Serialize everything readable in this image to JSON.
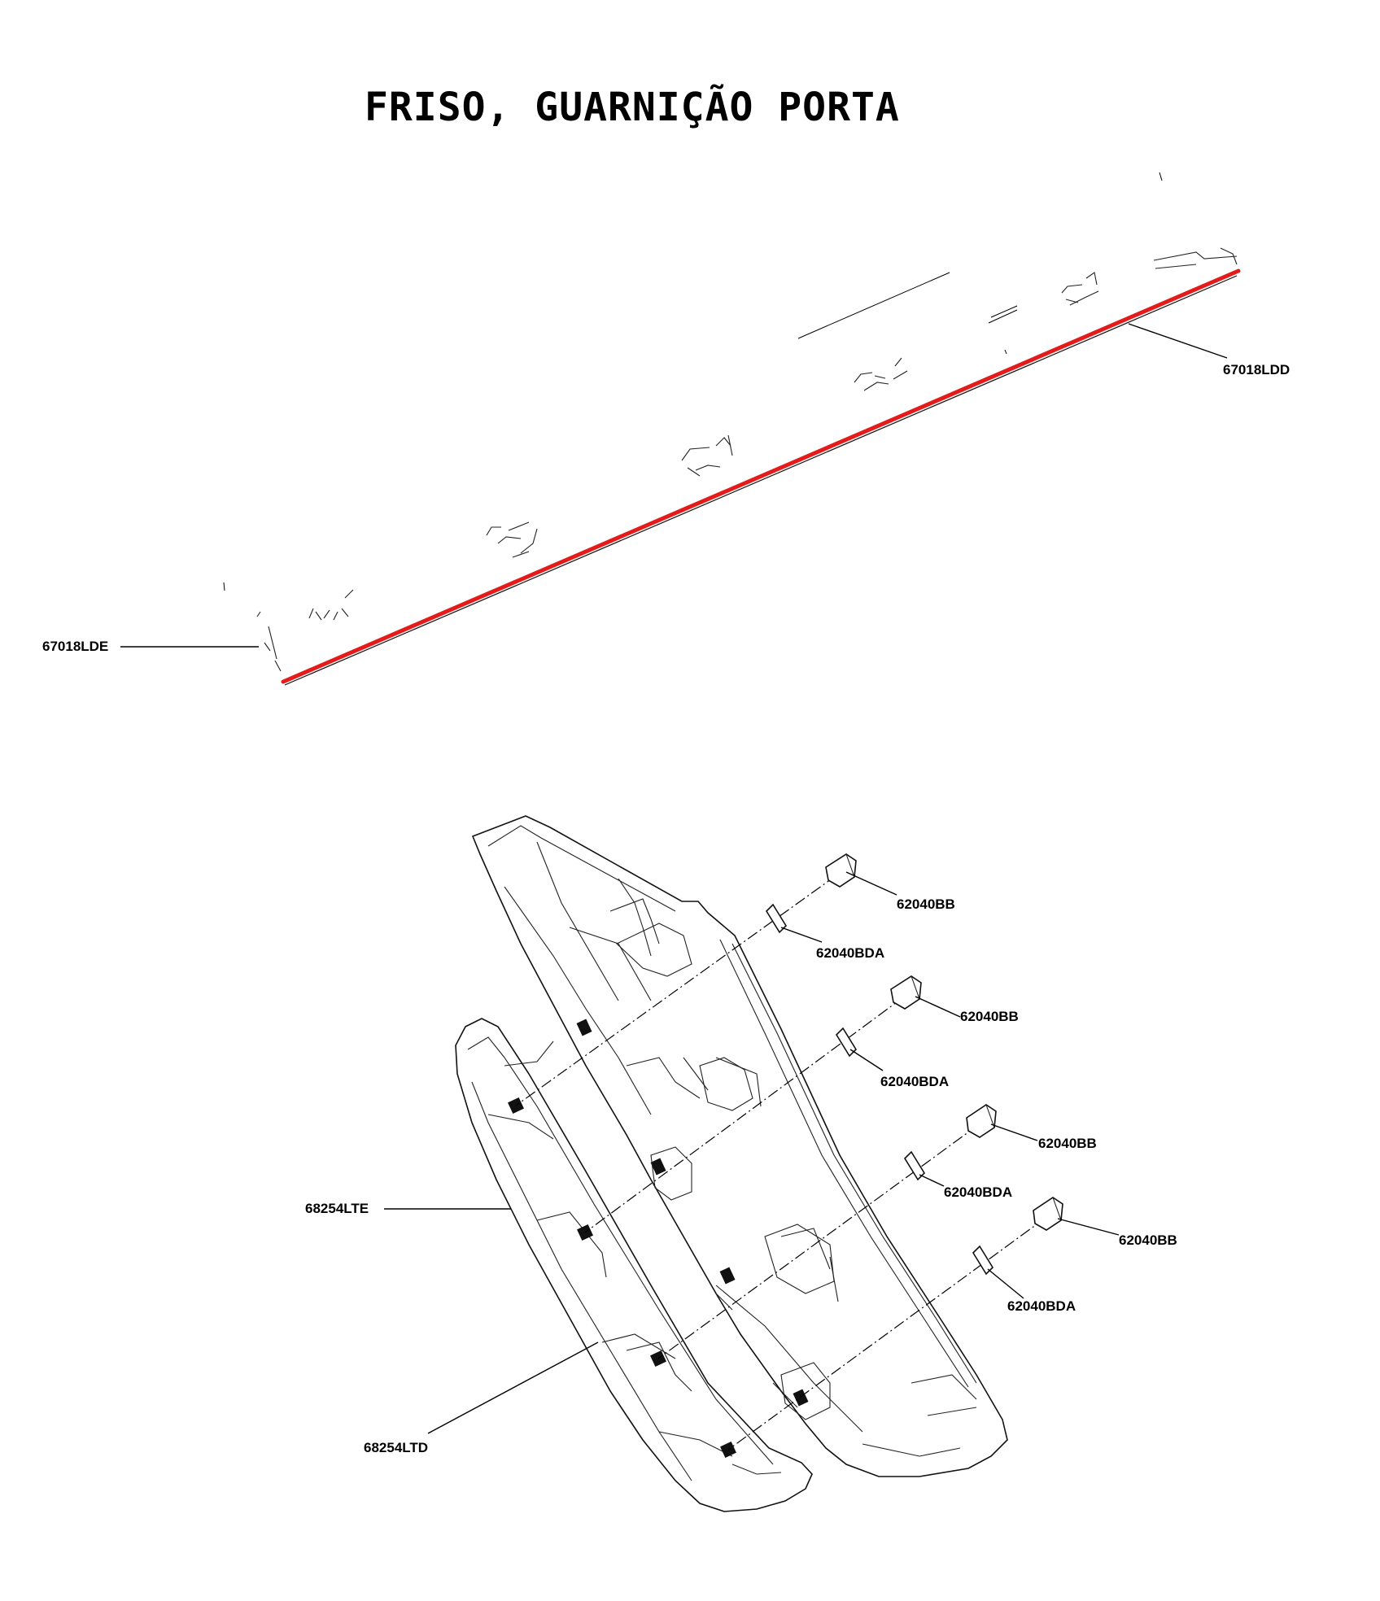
{
  "title": "FRISO, GUARNIÇÃO PORTA",
  "accent_color": "#e41b1b",
  "labels": {
    "strip_right": "67018LDD",
    "strip_left": "67018LDE",
    "panel_left": "68254LTE",
    "panel_right": "68254LTD",
    "clip_1": "62040BB",
    "washer_1": "62040BDA",
    "clip_2": "62040BB",
    "washer_2": "62040BDA",
    "clip_3": "62040BB",
    "washer_3": "62040BDA",
    "clip_4": "62040BB",
    "washer_4": "62040BDA"
  }
}
